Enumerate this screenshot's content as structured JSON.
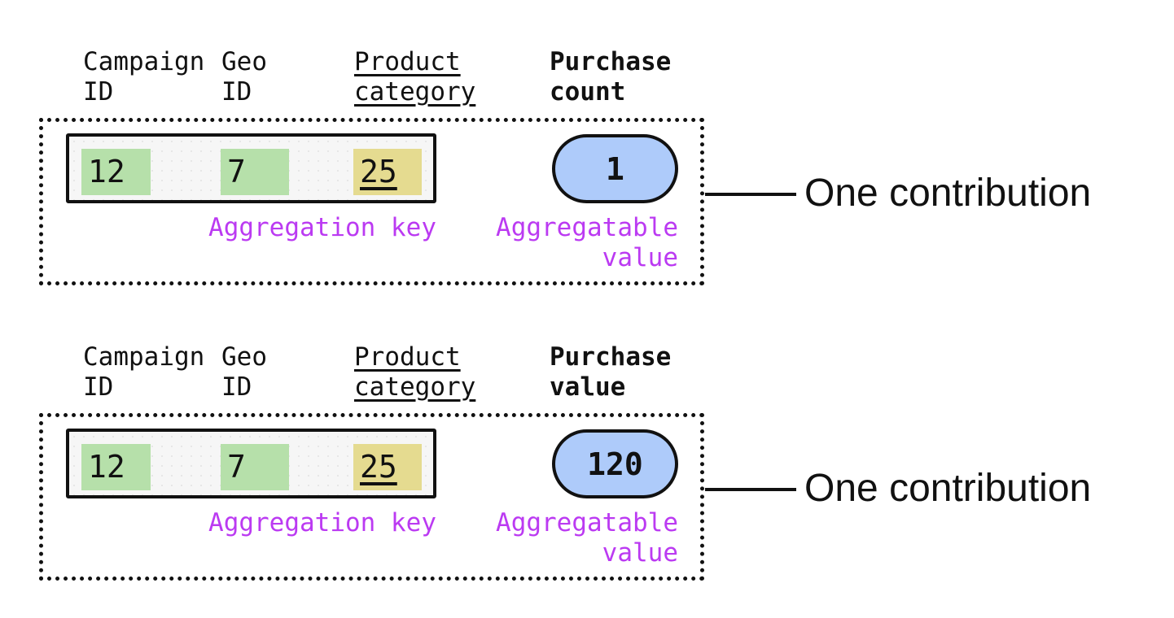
{
  "colors": {
    "key_cell_green": "#b6e0aa",
    "key_cell_yellow": "#e5db90",
    "value_pill_blue": "#aecbfa",
    "caption_purple": "#bb3af2",
    "ink_black": "#111111",
    "record_fill_gray": "#f6f6f6"
  },
  "contributions": [
    {
      "columns": [
        {
          "label": "Campaign\nID",
          "value": "12"
        },
        {
          "label": "Geo\nID",
          "value": "7"
        },
        {
          "label": "Product\ncategory",
          "value": "25"
        }
      ],
      "metric_label": "Purchase\ncount",
      "metric_value": "1",
      "aggregation_key_caption": "Aggregation key",
      "aggregatable_value_caption": "Aggregatable\nvalue",
      "callout_label": "One contribution"
    },
    {
      "columns": [
        {
          "label": "Campaign\nID",
          "value": "12"
        },
        {
          "label": "Geo\nID",
          "value": "7"
        },
        {
          "label": "Product\ncategory",
          "value": "25"
        }
      ],
      "metric_label": "Purchase\nvalue",
      "metric_value": "120",
      "aggregation_key_caption": "Aggregation key",
      "aggregatable_value_caption": "Aggregatable\nvalue",
      "callout_label": "One contribution"
    }
  ]
}
